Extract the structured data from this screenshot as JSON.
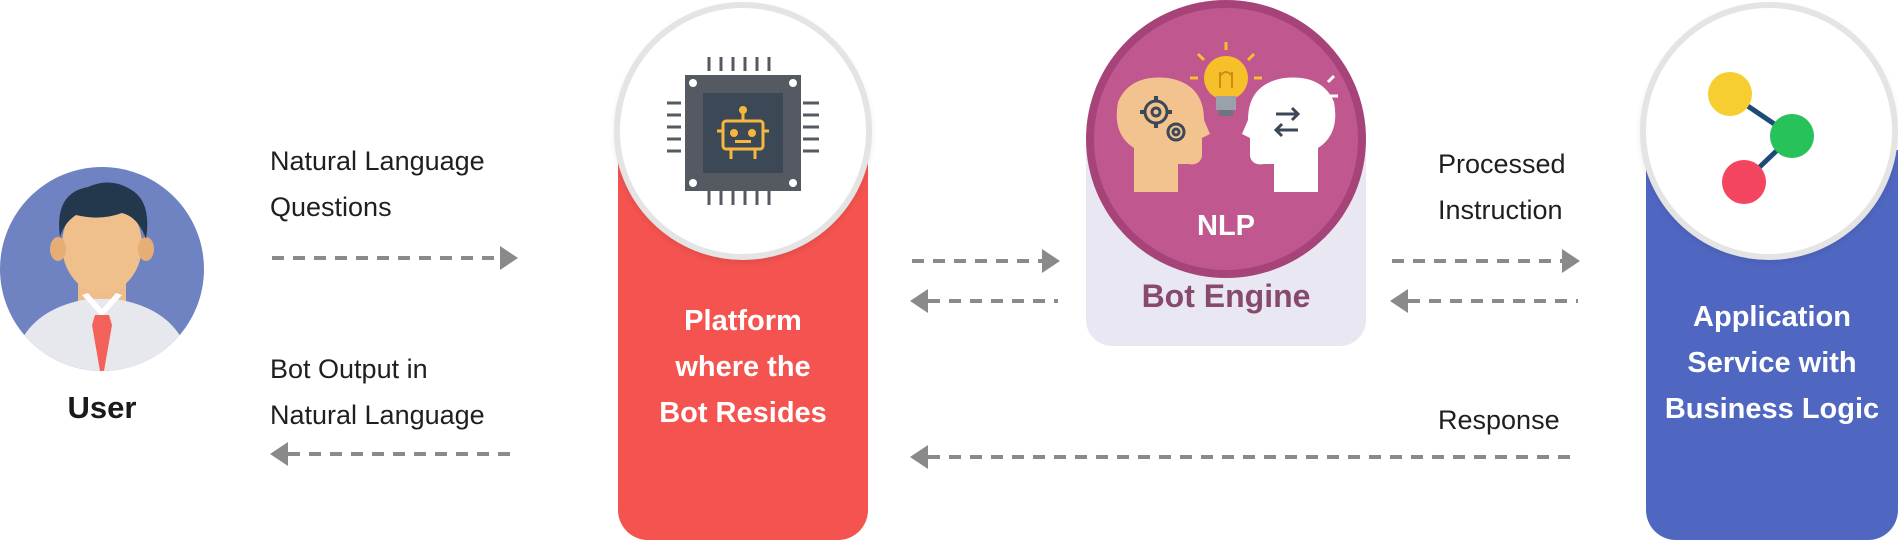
{
  "user": {
    "label": "User"
  },
  "platform": {
    "label_lines": [
      "Platform",
      "where the",
      "Bot Resides"
    ]
  },
  "engine": {
    "nlp_label": "NLP",
    "label": "Bot Engine"
  },
  "app": {
    "label_lines": [
      "Application",
      "Service with",
      "Business Logic"
    ]
  },
  "flows": {
    "questions_lines": [
      "Natural Language",
      "Questions"
    ],
    "output_lines": [
      "Bot Output in",
      "Natural Language"
    ],
    "processed_lines": [
      "Processed",
      "Instruction"
    ],
    "response": "Response"
  },
  "colors": {
    "platform": "#f4534f",
    "engine_circle": "#c1578f",
    "engine_card": "#e9e8f2",
    "app": "#5067c2",
    "user_avatar": "#6f82c1",
    "arrow": "#8a8a8a"
  },
  "icons": {
    "platform": "robot-chip-icon",
    "engine": "brain-gears-lightbulb-icon",
    "app": "share-nodes-icon",
    "user": "person-avatar-icon"
  }
}
